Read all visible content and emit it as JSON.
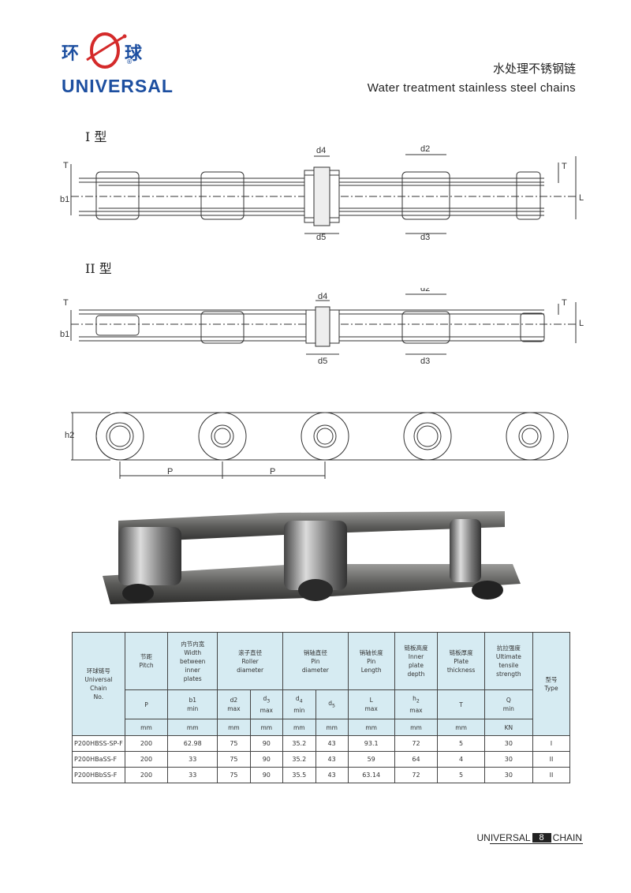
{
  "brand": {
    "cn_left": "环",
    "cn_right": "球",
    "en": "UNIVERSAL",
    "registered": "®",
    "colors": {
      "blue": "#1d4fa0",
      "red": "#d42a2a"
    }
  },
  "title": {
    "cn": "水处理不锈钢链",
    "en": "Water treatment stainless steel chains"
  },
  "types": {
    "type1": "I 型",
    "type2": "II 型"
  },
  "dims": {
    "d2": "d2",
    "d3": "d3",
    "d4": "d4",
    "d5": "d5",
    "T": "T",
    "L": "L",
    "b1": "b1",
    "h2": "h2",
    "P": "P"
  },
  "table": {
    "col_model": [
      "环球链号",
      "Universal",
      "Chain",
      "No."
    ],
    "pitch": {
      "cn": "节距",
      "en": "Pitch",
      "sym": "P",
      "unit": "mm"
    },
    "width": {
      "cn": "内节内宽",
      "en": [
        "Width",
        "between",
        "inner",
        "plates"
      ],
      "sym": "b1",
      "sub": "min",
      "unit": "mm"
    },
    "roller": {
      "cn": "滚子直径",
      "en": [
        "Roller",
        "diameter"
      ],
      "d2": "d2",
      "d2_sub": "max",
      "d3": "d",
      "d3_idx": "3",
      "d3_sub": "max",
      "unit": "mm"
    },
    "pin": {
      "cn": "销轴直径",
      "en": [
        "Pin",
        "diameter"
      ],
      "d4": "d",
      "d4_idx": "4",
      "d4_sub": "min",
      "d5": "d",
      "d5_idx": "5",
      "unit": "mm"
    },
    "pinlen": {
      "cn": "销轴长度",
      "en": [
        "Pin",
        "Length"
      ],
      "sym": "L",
      "sub": "max",
      "unit": "mm"
    },
    "depth": {
      "cn": "链板高度",
      "en": [
        "Inner",
        "plate",
        "depth"
      ],
      "sym": "h",
      "idx": "2",
      "sub": "max",
      "unit": "mm"
    },
    "thick": {
      "cn": "链板厚度",
      "en": [
        "Plate",
        "thickness"
      ],
      "sym": "T",
      "unit": "mm"
    },
    "tensile": {
      "cn": "抗拉强度",
      "en": [
        "Ultimate",
        "tensile",
        "strength"
      ],
      "sym": "Q",
      "sub": "min",
      "unit": "KN"
    },
    "type": {
      "cn": "型号",
      "en": "Type"
    },
    "rows": [
      {
        "model": "P200HBSS-SP-F",
        "p": "200",
        "b1": "62.98",
        "d2": "75",
        "d3": "90",
        "d4": "35.2",
        "d5": "43",
        "L": "93.1",
        "h2": "72",
        "T": "5",
        "Q": "30",
        "type": "I"
      },
      {
        "model": "P200HBaSS-F",
        "p": "200",
        "b1": "33",
        "d2": "75",
        "d3": "90",
        "d4": "35.2",
        "d5": "43",
        "L": "59",
        "h2": "64",
        "T": "4",
        "Q": "30",
        "type": "II"
      },
      {
        "model": "P200HBbSS-F",
        "p": "200",
        "b1": "33",
        "d2": "75",
        "d3": "90",
        "d4": "35.5",
        "d5": "43",
        "L": "63.14",
        "h2": "72",
        "T": "5",
        "Q": "30",
        "type": "II"
      }
    ]
  },
  "footer": {
    "left": "UNIVERSAL",
    "page": "8",
    "right": "CHAIN"
  }
}
